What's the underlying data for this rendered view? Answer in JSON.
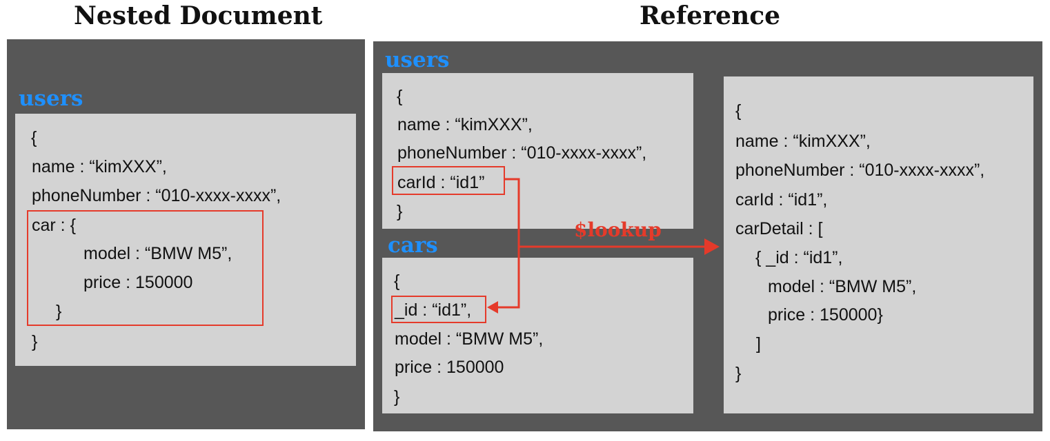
{
  "left": {
    "title": "Nested Document",
    "collection": "users",
    "lines": [
      "{",
      "name : “kimXXX”,",
      "phoneNumber : “010-xxxx-xxxx”,",
      "car : {",
      "model : “BMW M5”,",
      "price : 150000",
      "}",
      "}"
    ]
  },
  "right": {
    "title": "Reference",
    "users": {
      "collection": "users",
      "lines": [
        "{",
        "name : “kimXXX”,",
        "phoneNumber : “010-xxxx-xxxx”,",
        "carId : “id1”",
        "}"
      ]
    },
    "cars": {
      "collection": "cars",
      "lines": [
        "{",
        "_id : “id1”,",
        "model : “BMW M5”,",
        "price : 150000",
        "}"
      ]
    },
    "result": {
      "lines": [
        "{",
        "name : “kimXXX”,",
        "phoneNumber : “010-xxxx-xxxx”,",
        "carId : “id1”,",
        "carDetail : [",
        "{ _id : “id1”,",
        "model : “BMW M5”,",
        "price : 150000}",
        "]",
        "}"
      ]
    },
    "lookup_label": "$lookup"
  },
  "colors": {
    "panel": "#575757",
    "box": "#d3d3d3",
    "collection": "#1e90ff",
    "highlight": "#e53a2a"
  }
}
